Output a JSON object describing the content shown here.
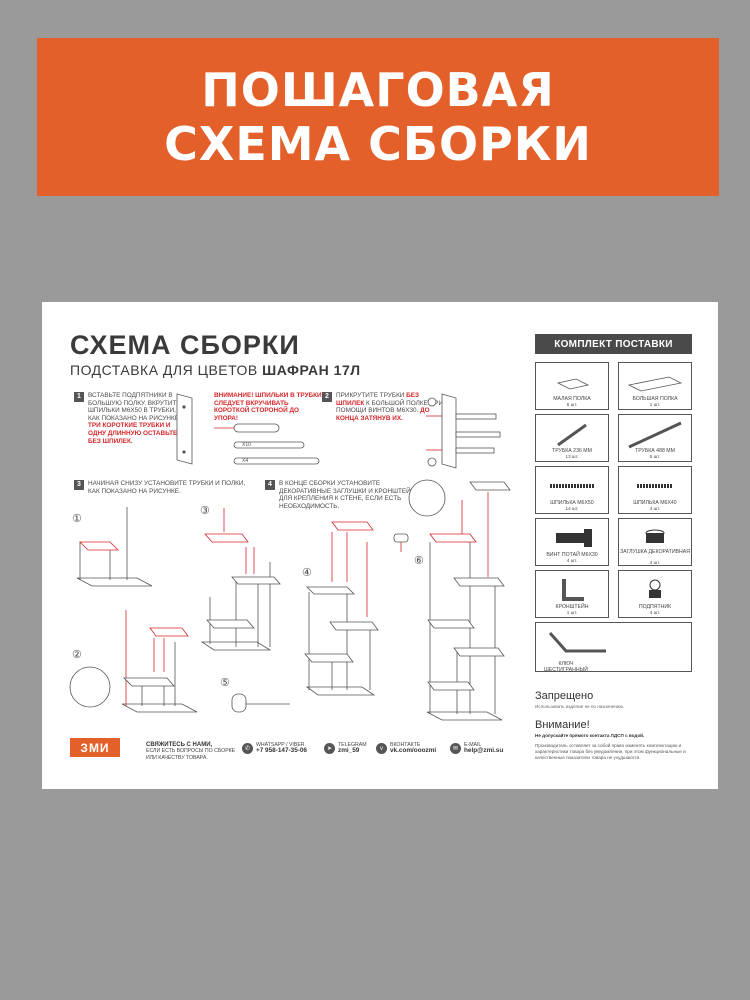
{
  "banner": {
    "line1": "ПОШАГОВАЯ",
    "line2": "СХЕМА СБОРКИ"
  },
  "sheet": {
    "title": "СХЕМА СБОРКИ",
    "subtitle_prefix": "ПОДСТАВКА ДЛЯ ЦВЕТОВ ",
    "subtitle_product": "ШАФРАН 17Л"
  },
  "steps": [
    {
      "num": "1",
      "text": "ВСТАВЬТЕ ПОДПЯТНИКИ В БОЛЬШУЮ ПОЛКУ. ВКРУТИТЕ ШПИЛЬКИ М6х50 В ТРУБКИ, КАК ПОКАЗАНО НА РИСУНКЕ.",
      "red": "ТРИ КОРОТКИЕ ТРУБКИ И ОДНУ ДЛИННУЮ ОСТАВЬТЕ БЕЗ ШПИЛЕК."
    },
    {
      "num": "2",
      "text_a": "ПРИКРУТИТЕ ТРУБКИ ",
      "red_a": "БЕЗ ШПИЛЕК",
      "text_b": " К БОЛЬШОЙ ПОЛКЕ ПРИ ПОМОЩИ ВИНТОВ М6х30.",
      "red_b": "ДО КОНЦА ЗАТЯНУВ ИХ."
    },
    {
      "num": "3",
      "text": "НАЧИНАЯ СНИЗУ УСТАНОВИТЕ ТРУБКИ И ПОЛКИ, КАК ПОКАЗАНО НА РИСУНКЕ."
    },
    {
      "num": "4",
      "text": "В КОНЦЕ СБОРКИ УСТАНОВИТЕ ДЕКОРАТИВНЫЕ ЗАГЛУШКИ И КРОНШТЕЙН ДЛЯ КРЕПЛЕНИЯ К СТЕНЕ, ЕСЛИ ЕСТЬ НЕОБХОДИМОСТЬ."
    }
  ],
  "warning": "ВНИМАНИЕ! ШПИЛЬКИ В ТРУБКИ СЛЕДУЕТ ВКРУЧИВАТЬ КОРОТКОЙ СТОРОНОЙ ДО УПОРА!",
  "warning_qty": {
    "a": "х10",
    "b": "х4"
  },
  "figure_labels": [
    "①",
    "②",
    "③",
    "④",
    "⑤",
    "⑥"
  ],
  "kit": {
    "header": "КОМПЛЕКТ ПОСТАВКИ",
    "items": [
      {
        "name": "МАЛАЯ ПОЛКА",
        "qty": "6 шт."
      },
      {
        "name": "БОЛЬШАЯ ПОЛКА",
        "qty": "1 шт."
      },
      {
        "name": "ТРУБКА 236 мм",
        "qty": "13 шт."
      },
      {
        "name": "ТРУБКА 488 мм",
        "qty": "5 шт."
      },
      {
        "name": "ШПИЛЬКА М6х50",
        "qty": "14 шт."
      },
      {
        "name": "ШПИЛЬКА М6х40",
        "qty": "4 шт."
      },
      {
        "name": "ВИНТ ПОТАЙ М6х30",
        "qty": "4 шт."
      },
      {
        "name": "ЗАГЛУШКА ДЕКОРАТИВНАЯ",
        "qty": "4 шт."
      },
      {
        "name": "КРОНШТЕЙН",
        "qty": "1 шт."
      },
      {
        "name": "ПОДПЯТНИК",
        "qty": "4 шт."
      },
      {
        "name": "КЛЮЧ ШЕСТИГРАННЫЙ",
        "qty": ""
      }
    ]
  },
  "prohibited": {
    "title": "Запрещено",
    "text": "Использовать изделие не по назначению."
  },
  "attention": {
    "title": "Внимание!",
    "text": "Не допускайте прямого контакта ЛДСП с водой.",
    "text2": "Производитель оставляет за собой право изменять комплектацию и характеристики товара без уведомления, при этом функциональные и качественные показатели товара не ухудшаются."
  },
  "footer": {
    "logo": "ЗМИ",
    "contact_title": "СВЯЖИТЕСЬ С НАМИ,",
    "contact_text": "ЕСЛИ ЕСТЬ ВОПРОСЫ ПО СБОРКЕ ИЛИ КАЧЕСТВУ ТОВАРА.",
    "whatsapp_label": "WHATSAPP / VIBER",
    "whatsapp_value": "+7 958-147-35-06",
    "telegram_label": "TELEGRAM",
    "telegram_value": "zmi_59",
    "vk_label": "ВКОНТАКТЕ",
    "vk_value": "vk.com/ooozmi",
    "email_label": "E-MAIL",
    "email_value": "help@zmi.su"
  },
  "colors": {
    "accent": "#e4602a",
    "page_bg": "#9a9a9a",
    "warning_red": "#d5262a"
  }
}
